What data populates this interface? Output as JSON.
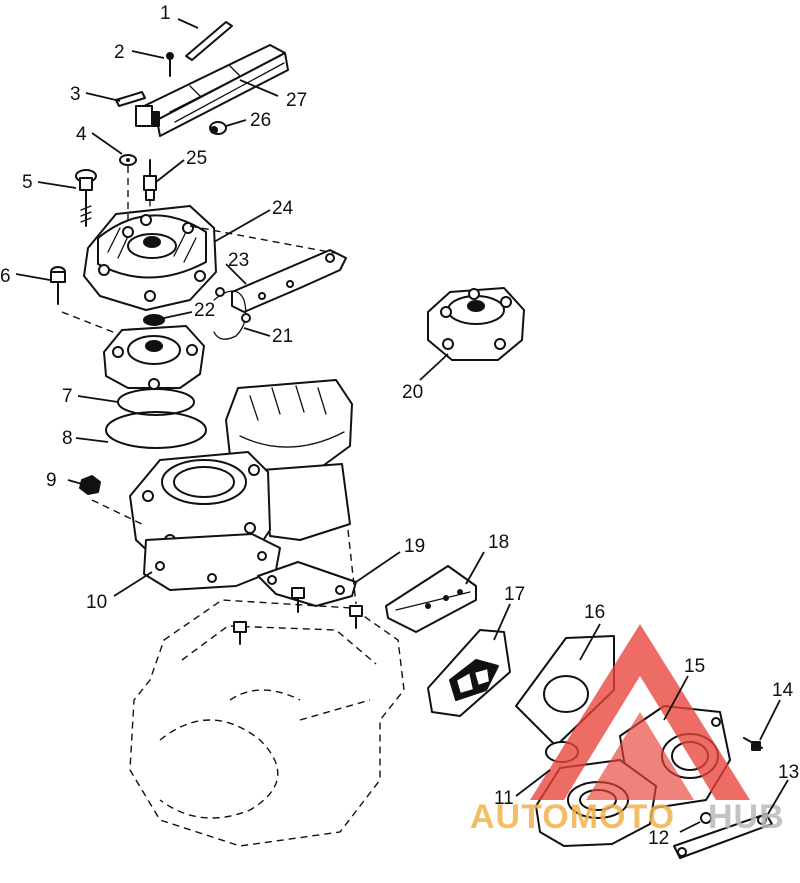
{
  "callouts": {
    "c1": "1",
    "c2": "2",
    "c3": "3",
    "c4": "4",
    "c5": "5",
    "c6": "6",
    "c7": "7",
    "c8": "8",
    "c9": "9",
    "c10": "10",
    "c11": "11",
    "c12": "12",
    "c13": "13",
    "c14": "14",
    "c15": "15",
    "c16": "16",
    "c17": "17",
    "c18": "18",
    "c19": "19",
    "c20": "20",
    "c21": "21",
    "c22": "22",
    "c23": "23",
    "c24": "24",
    "c25": "25",
    "c26": "26",
    "c27": "27"
  },
  "watermark": {
    "left": "AUTOMOTO",
    "right": "HUB",
    "left_color": "#f2b24a",
    "right_color": "#b9b9b9",
    "logo_color": "#e8443a"
  },
  "colors": {
    "ink": "#111111",
    "paper": "#ffffff"
  }
}
